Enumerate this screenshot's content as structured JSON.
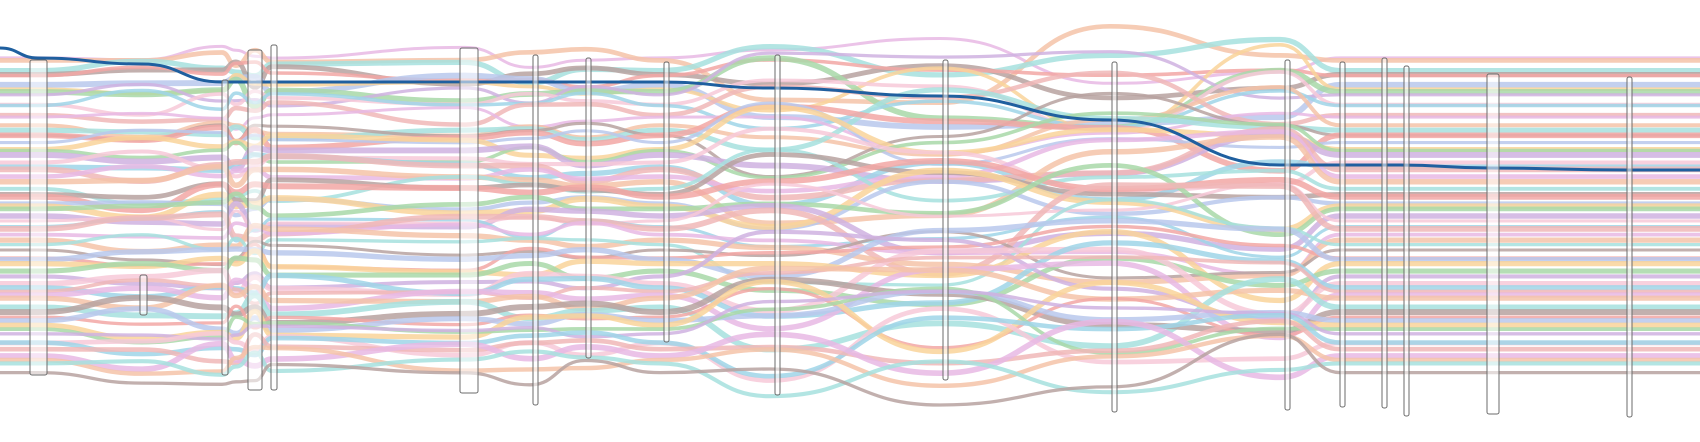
{
  "diagram": {
    "type": "storyline",
    "palette": [
      "#e8b8e4",
      "#f5c3a8",
      "#a6e0de",
      "#b7a2a0",
      "#f2a7a4",
      "#b8c8ec",
      "#f9d39a",
      "#a8d8a8",
      "#cfb2e0",
      "#f7c9d8",
      "#9fd5e8",
      "#f0b7b7"
    ],
    "highlight_color": "#1f5f9f",
    "flow_count": 64,
    "node_columns": 26
  }
}
